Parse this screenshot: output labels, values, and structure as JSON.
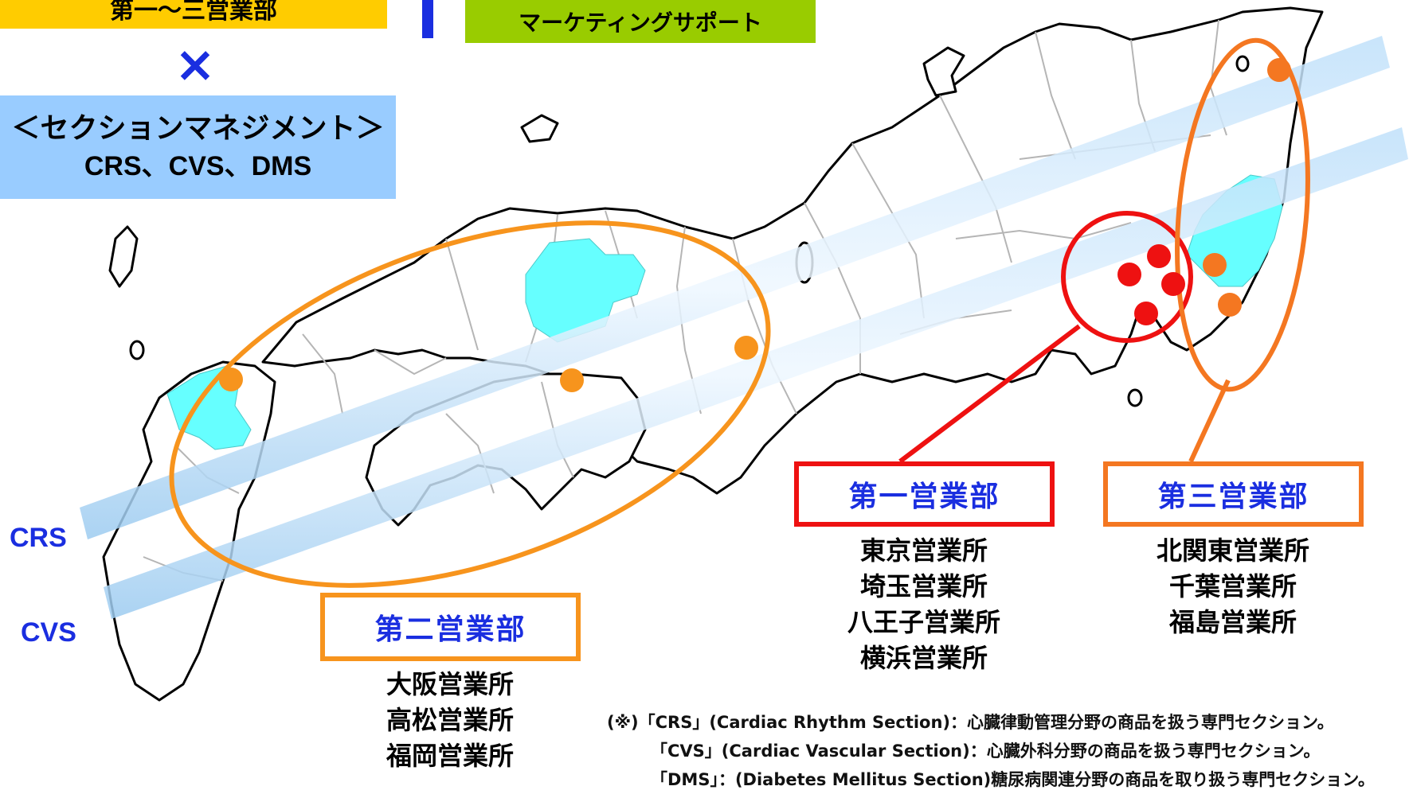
{
  "top_left": {
    "depts_box_label": "第一～三営業部",
    "cross_symbol": "×",
    "section_title": "＜セクションマネジメント＞",
    "section_list": "CRS、CVS、DMS"
  },
  "top_center": {
    "marketing_label": "マーケティングサポート"
  },
  "band_labels": {
    "crs": "CRS",
    "cvs": "CVS"
  },
  "departments": {
    "first": {
      "title": "第一営業部",
      "offices": [
        "東京営業所",
        "埼玉営業所",
        "八王子営業所",
        "横浜営業所"
      ]
    },
    "second": {
      "title": "第二営業部",
      "offices": [
        "大阪営業所",
        "高松営業所",
        "福岡営業所"
      ]
    },
    "third": {
      "title": "第三営業部",
      "offices": [
        "北関東営業所",
        "千葉営業所",
        "福島営業所"
      ]
    }
  },
  "footnote": {
    "line1": "(※)「CRS」(Cardiac  Rhythm Section)：心臓律動管理分野の商品を扱う専門セクション。",
    "line2": "「CVS」(Cardiac Vascular Section)：心臓外科分野の商品を扱う専門セクション。",
    "line3": "「DMS」：(Diabetes Mellitus Section)糖尿病関連分野の商品を取り扱う専門セクション。"
  },
  "colors": {
    "first_dept": "#ee1111",
    "second_dept": "#f7941d",
    "third_dept": "#f47721",
    "section_box": "#99ccff",
    "depts_box": "#ffcc00",
    "marketing_box": "#99cc00",
    "highlight_region": "#66ffff",
    "band": "#aad4f5"
  }
}
